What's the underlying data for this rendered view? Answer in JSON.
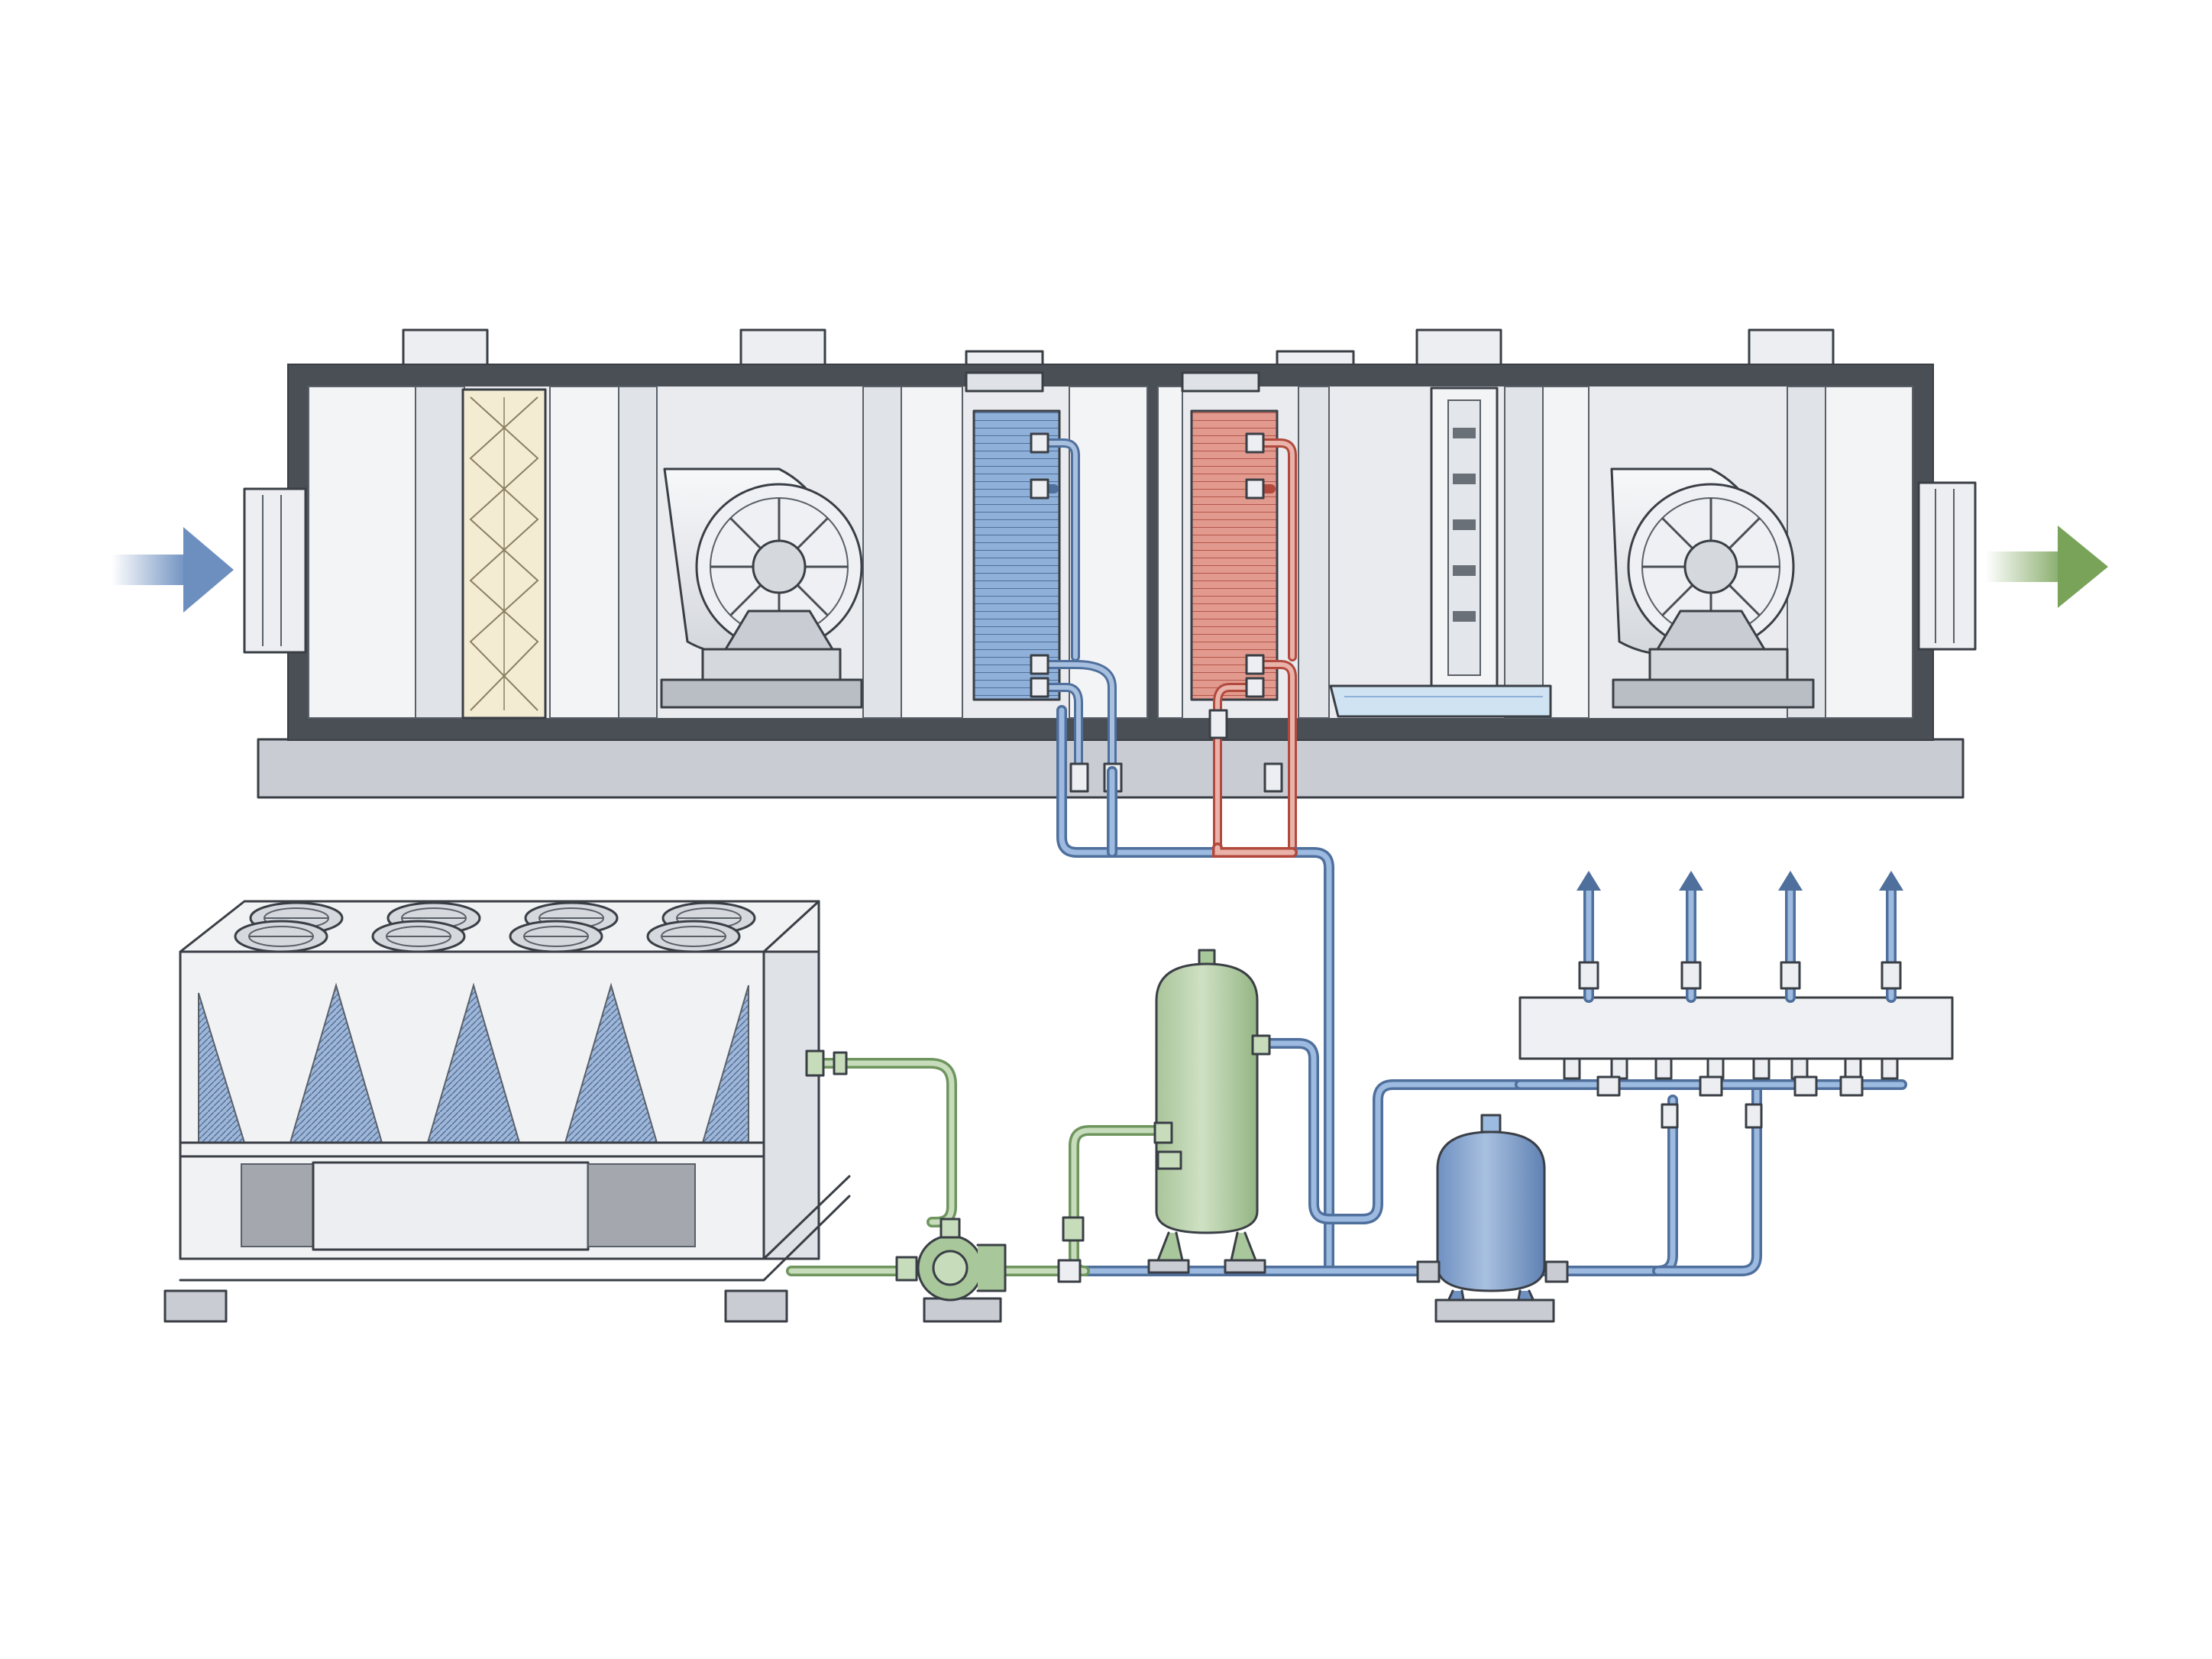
{
  "diagram": {
    "kind": "hvac-air-handling-and-chilled-water-schematic",
    "text_labels": [],
    "colors": {
      "background": "#ffffff",
      "casing_frame": "#4a4f56",
      "panel": "#e9ebee",
      "panel_light": "#f3f4f6",
      "chilled_water": "#7c9fcb",
      "chilled_water_dark": "#4f6f9c",
      "hot_water": "#d97a6c",
      "hot_water_dark": "#b2493c",
      "condenser_water": "#a8c79a",
      "condenser_water_dark": "#6f955e",
      "supply_air_arrow": "#7aa35a",
      "intake_air_arrow": "#6d8fbf",
      "filter_fill": "#f4ecd2",
      "base_rail": "#c9ccd2"
    },
    "icons": [
      "intake-air-arrow",
      "supply-air-arrow",
      "panel-filter-icon",
      "return-fan-icon",
      "cooling-coil-icon",
      "heating-coil-icon",
      "humidifier-icon",
      "supply-fan-icon",
      "air-cooled-chiller-icon",
      "condenser-fan-icon",
      "circulation-pump-icon",
      "buffer-tank-icon",
      "expansion-vessel-icon",
      "distribution-manifold-icon",
      "branch-outlet-arrow-icon",
      "valve-icon"
    ],
    "ahu_sections": [
      "intake-damper",
      "filter",
      "return-fan",
      "cooling-coil",
      "heating-coil",
      "humidifier",
      "supply-fan",
      "discharge-damper"
    ],
    "manifold_outlet_count": 4,
    "chiller_fan_count": 8
  }
}
